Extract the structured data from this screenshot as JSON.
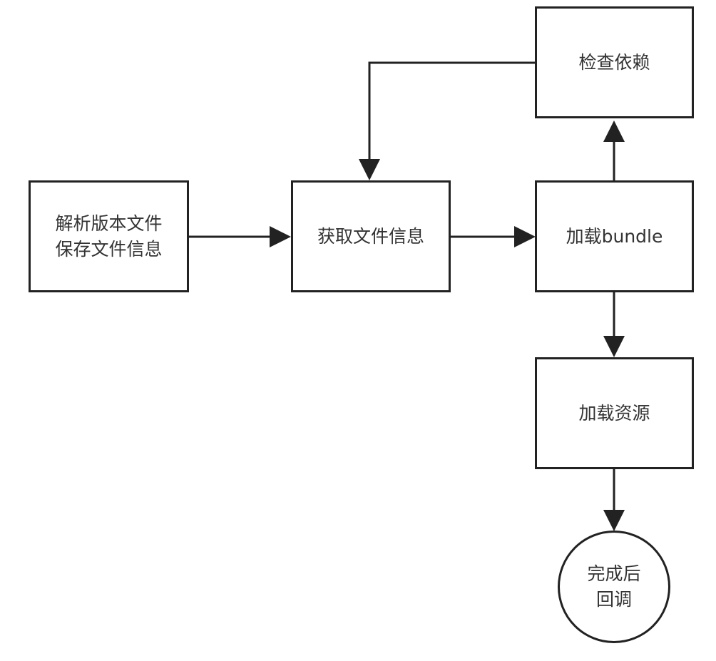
{
  "diagram": {
    "colors": {
      "stroke": "#222222",
      "text": "#333333",
      "background": "#ffffff"
    },
    "nodes": {
      "parse_version": {
        "label": "解析版本文件\n保存文件信息",
        "shape": "rectangle"
      },
      "get_file_info": {
        "label": "获取文件信息",
        "shape": "rectangle"
      },
      "load_bundle": {
        "label": "加载bundle",
        "shape": "rectangle"
      },
      "check_deps": {
        "label": "检查依赖",
        "shape": "rectangle"
      },
      "load_assets": {
        "label": "加载资源",
        "shape": "rectangle"
      },
      "done_callback": {
        "label": "完成后\n回调",
        "shape": "circle"
      }
    },
    "edges": [
      {
        "from": "parse_version",
        "to": "get_file_info"
      },
      {
        "from": "get_file_info",
        "to": "load_bundle"
      },
      {
        "from": "load_bundle",
        "to": "check_deps"
      },
      {
        "from": "check_deps",
        "to": "get_file_info"
      },
      {
        "from": "load_bundle",
        "to": "load_assets"
      },
      {
        "from": "load_assets",
        "to": "done_callback"
      }
    ]
  }
}
